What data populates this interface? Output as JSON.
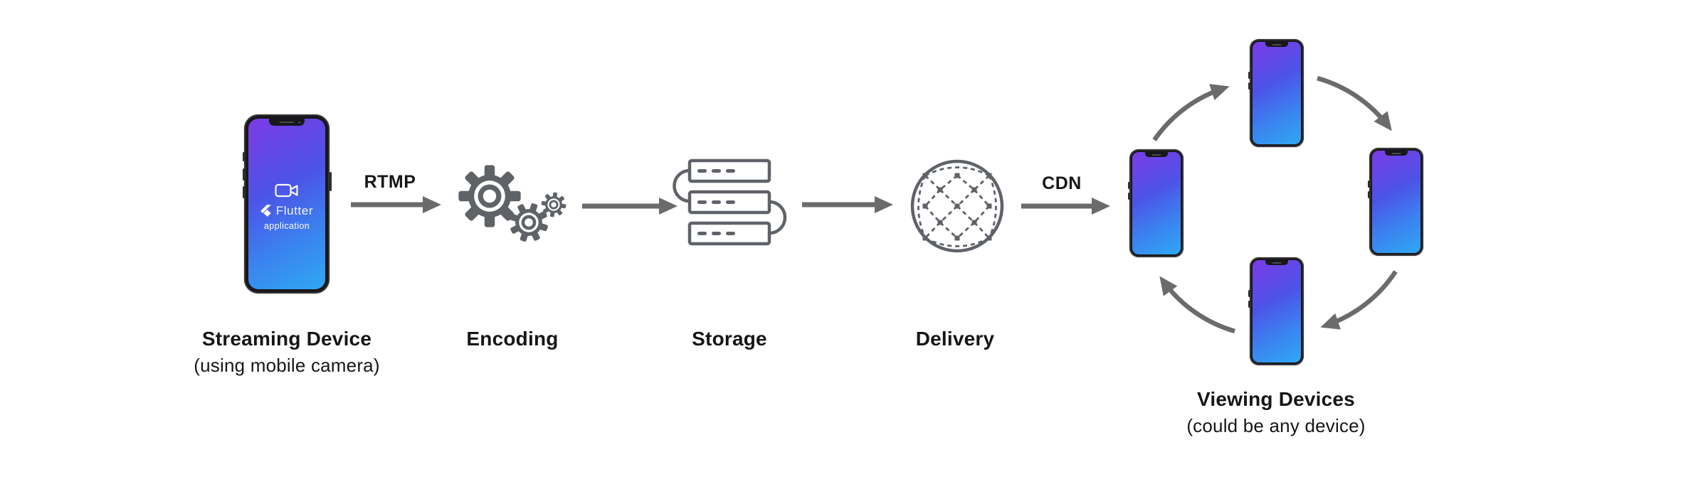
{
  "theme": {
    "background": "#ffffff",
    "text": "#161616",
    "connector": "#6b6b6b",
    "icon_gray": "#5f6368",
    "phone_frame": "#18181a",
    "screen_gradient_start": "#7c3be6",
    "screen_gradient_mid": "#4d53e7",
    "screen_gradient_end": "#2fa8f3"
  },
  "stages": [
    {
      "title": "Streaming Device",
      "subtitle": "(using mobile camera)",
      "icon": "smartphone-flutter-app-icon"
    },
    {
      "title": "Encoding",
      "subtitle": "",
      "icon": "gears-icon"
    },
    {
      "title": "Storage",
      "subtitle": "",
      "icon": "server-stack-icon"
    },
    {
      "title": "Delivery",
      "subtitle": "",
      "icon": "network-globe-icon"
    }
  ],
  "connectors": [
    {
      "label": "RTMP",
      "icon": "arrow-right-icon"
    },
    {
      "label": "",
      "icon": "arrow-right-icon"
    },
    {
      "label": "",
      "icon": "arrow-right-icon"
    },
    {
      "label": "CDN",
      "icon": "arrow-right-icon"
    }
  ],
  "streaming_app": {
    "icon": "video-camera-icon",
    "logo": "flutter-logo-icon",
    "brand": "Flutter",
    "caption": "application"
  },
  "viewing": {
    "title": "Viewing Devices",
    "subtitle": "(could be any device)",
    "cycle_icon": "circular-arrows-icon",
    "device_positions": [
      "top",
      "right",
      "bottom",
      "left"
    ]
  }
}
